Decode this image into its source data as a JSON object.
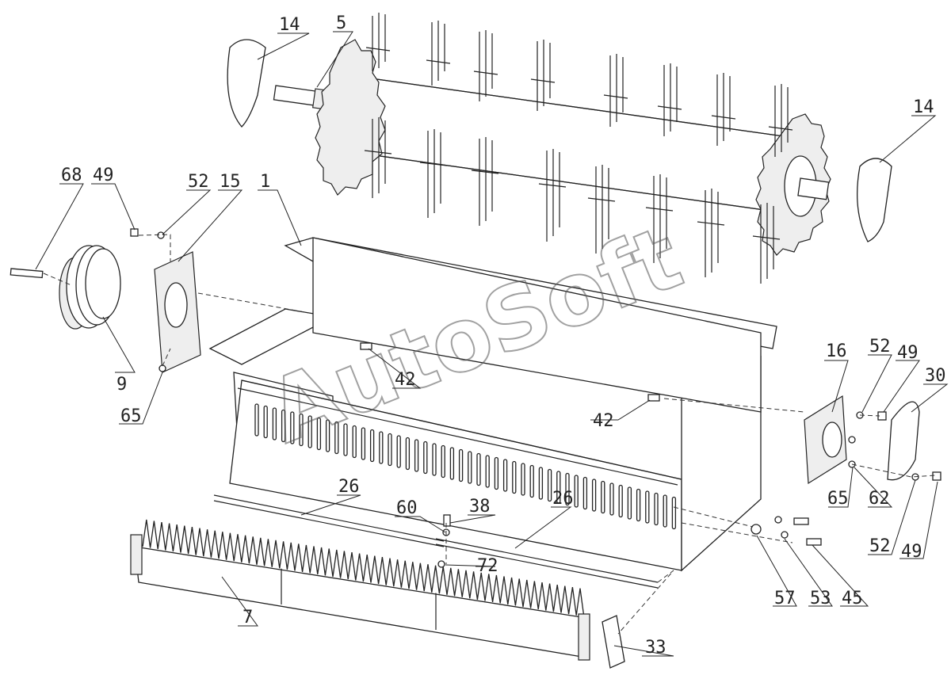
{
  "watermark": "AutoSoft",
  "callouts": [
    {
      "id": "c14a",
      "text": "14"
    },
    {
      "id": "c5",
      "text": "5"
    },
    {
      "id": "c68",
      "text": "68"
    },
    {
      "id": "c49a",
      "text": "49"
    },
    {
      "id": "c52a",
      "text": "52"
    },
    {
      "id": "c15",
      "text": "15"
    },
    {
      "id": "c1",
      "text": "1"
    },
    {
      "id": "c14b",
      "text": "14"
    },
    {
      "id": "c9",
      "text": "9"
    },
    {
      "id": "c65a",
      "text": "65"
    },
    {
      "id": "c42a",
      "text": "42"
    },
    {
      "id": "c42b",
      "text": "42"
    },
    {
      "id": "c16",
      "text": "16"
    },
    {
      "id": "c52b",
      "text": "52"
    },
    {
      "id": "c49b",
      "text": "49"
    },
    {
      "id": "c30",
      "text": "30"
    },
    {
      "id": "c65b",
      "text": "65"
    },
    {
      "id": "c62",
      "text": "62"
    },
    {
      "id": "c52c",
      "text": "52"
    },
    {
      "id": "c49c",
      "text": "49"
    },
    {
      "id": "c26a",
      "text": "26"
    },
    {
      "id": "c60",
      "text": "60"
    },
    {
      "id": "c38",
      "text": "38"
    },
    {
      "id": "c26b",
      "text": "26"
    },
    {
      "id": "c72",
      "text": "72"
    },
    {
      "id": "c57",
      "text": "57"
    },
    {
      "id": "c53",
      "text": "53"
    },
    {
      "id": "c45",
      "text": "45"
    },
    {
      "id": "c7",
      "text": "7"
    },
    {
      "id": "c33",
      "text": "33"
    }
  ]
}
